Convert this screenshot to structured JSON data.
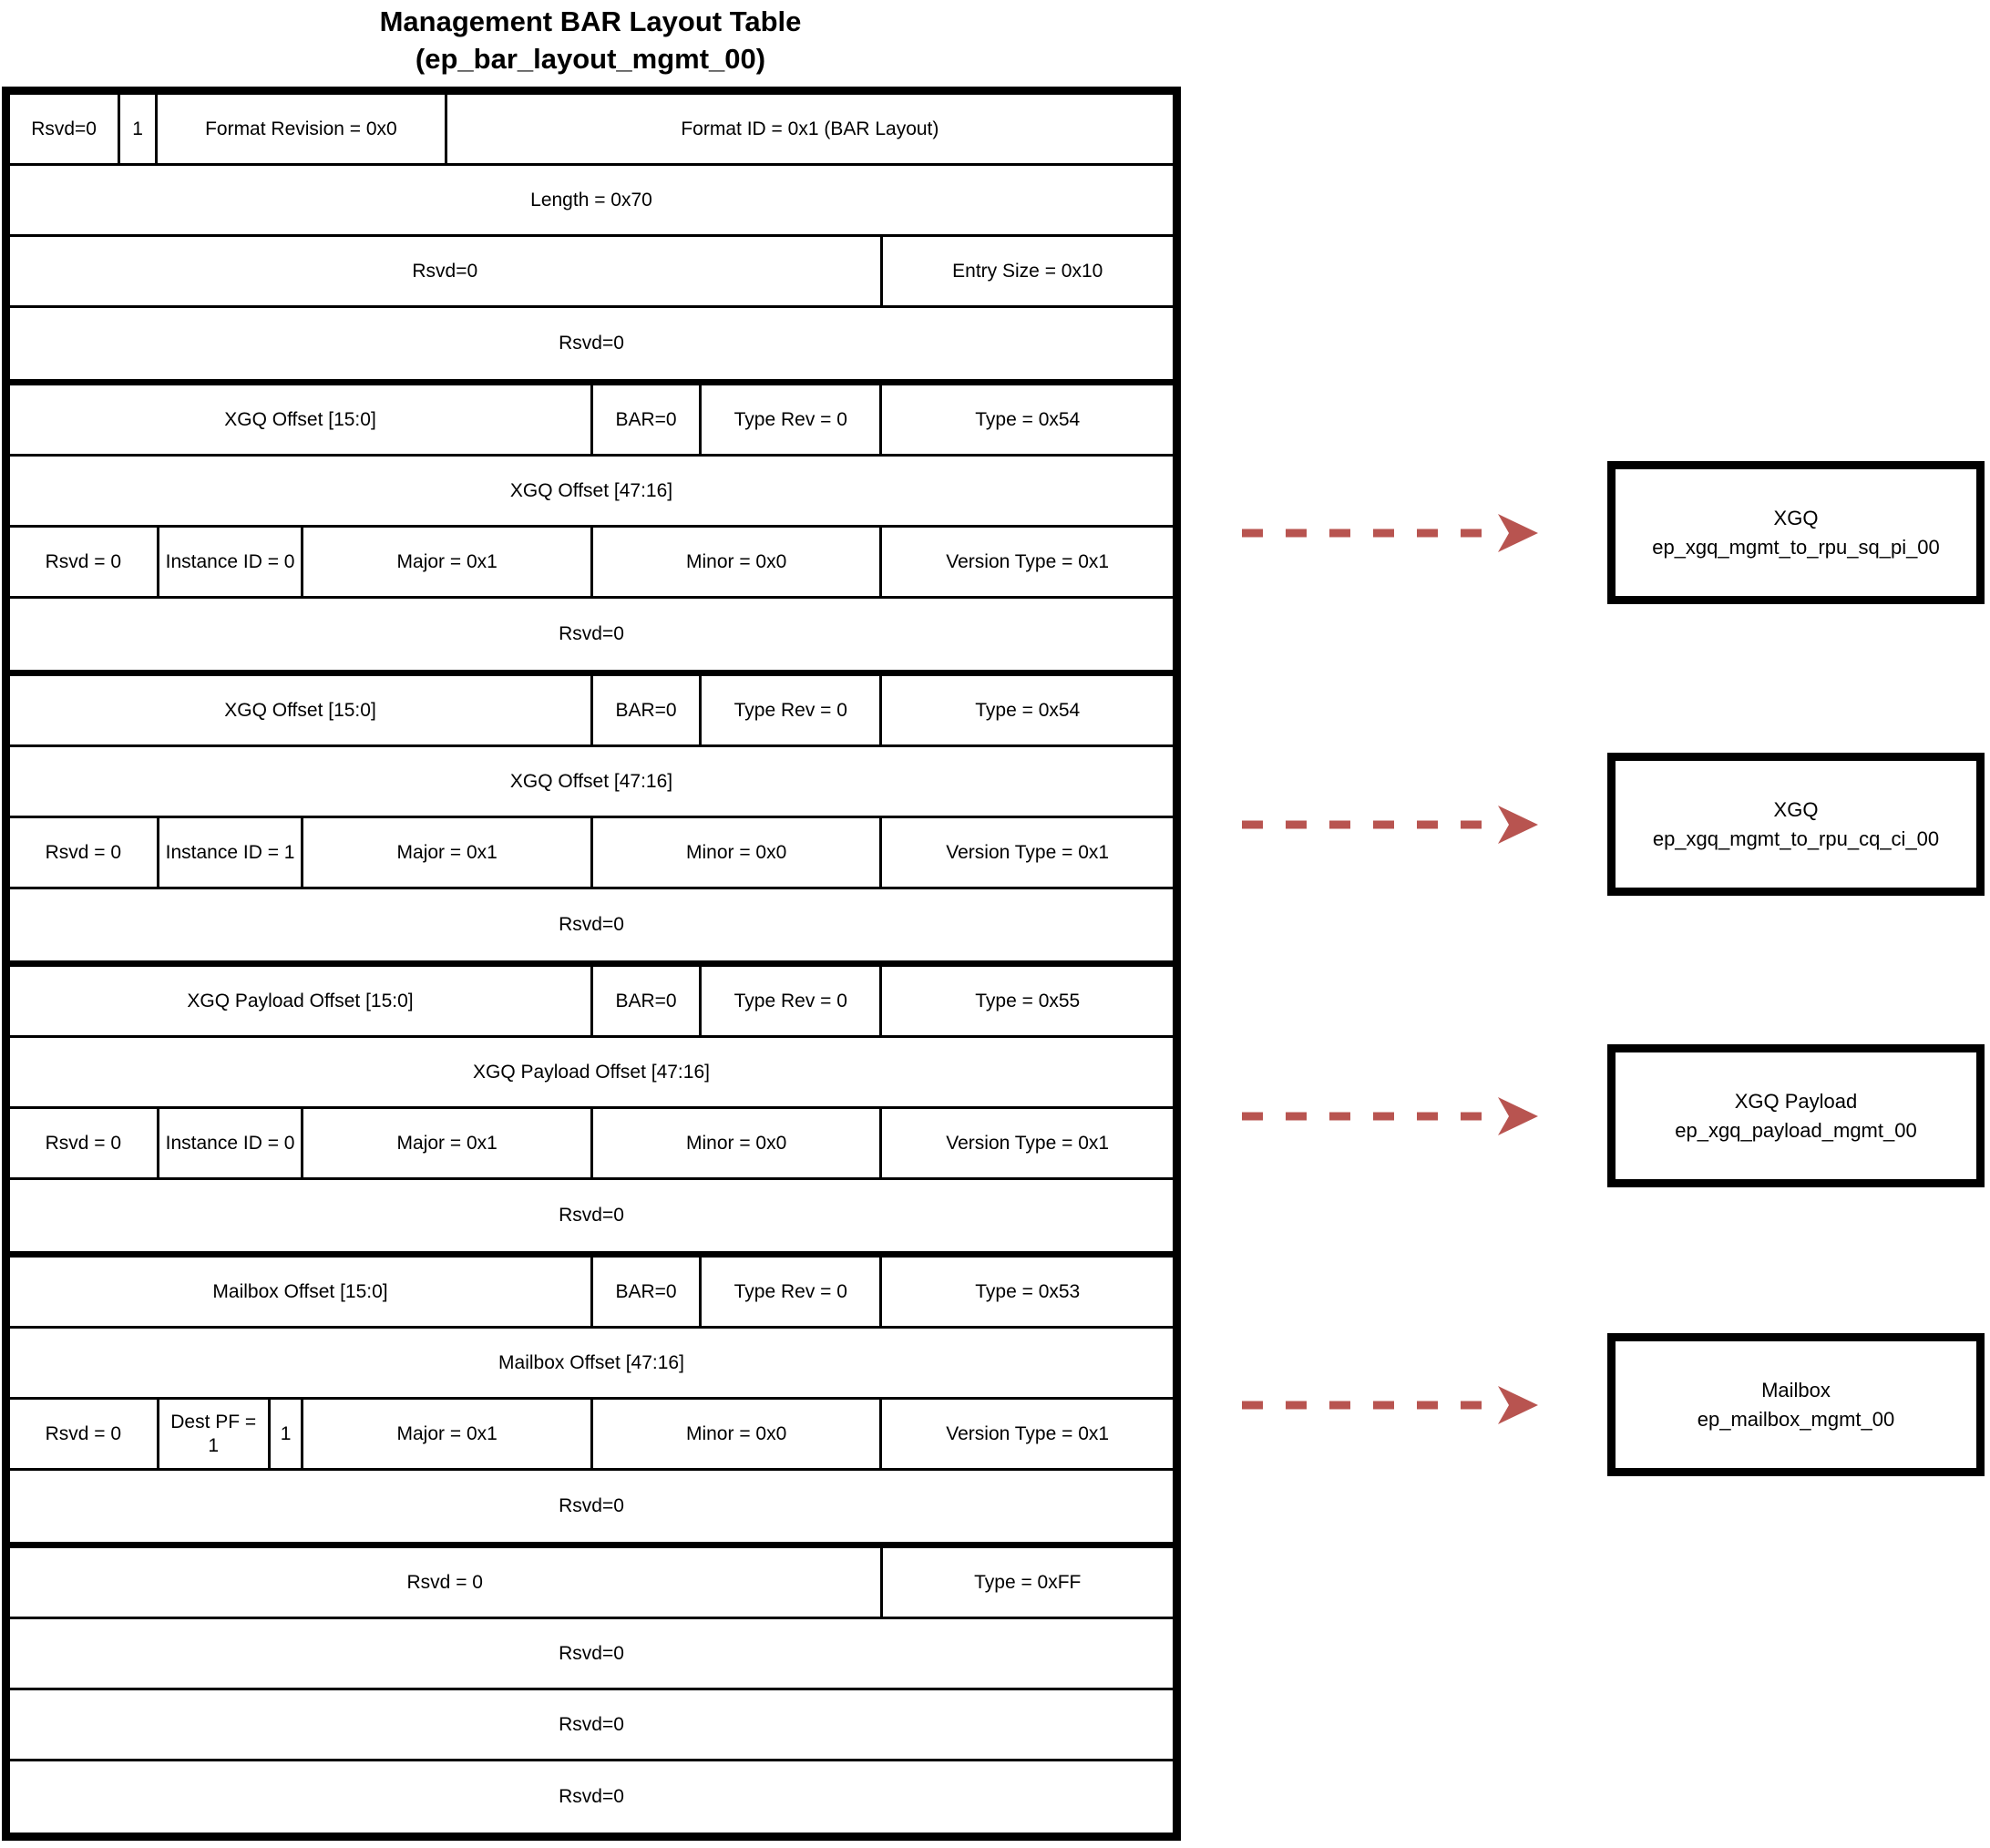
{
  "title": {
    "line1": "Management BAR Layout Table",
    "line2": "(ep_bar_layout_mgmt_00)"
  },
  "colors": {
    "arrow": "#b85450",
    "border": "#000000"
  },
  "table": {
    "sections": [
      {
        "name": "header",
        "rows": [
          {
            "cells": [
              "Rsvd=0",
              "1",
              "Format Revision = 0x0",
              "Format ID = 0x1 (BAR Layout)"
            ]
          },
          {
            "cells": [
              "Length = 0x70"
            ]
          },
          {
            "cells": [
              "Rsvd=0",
              "Entry Size = 0x10"
            ]
          },
          {
            "cells": [
              "Rsvd=0"
            ]
          }
        ]
      },
      {
        "name": "xgq-sq-entry",
        "rows": [
          {
            "cells": [
              "XGQ Offset [15:0]",
              "BAR=0",
              "Type Rev = 0",
              "Type = 0x54"
            ]
          },
          {
            "cells": [
              "XGQ Offset [47:16]"
            ]
          },
          {
            "cells": [
              "Rsvd = 0",
              "Instance ID = 0",
              "Major = 0x1",
              "Minor = 0x0",
              "Version Type = 0x1"
            ]
          },
          {
            "cells": [
              "Rsvd=0"
            ]
          }
        ]
      },
      {
        "name": "xgq-cq-entry",
        "rows": [
          {
            "cells": [
              "XGQ Offset [15:0]",
              "BAR=0",
              "Type Rev = 0",
              "Type = 0x54"
            ]
          },
          {
            "cells": [
              "XGQ Offset [47:16]"
            ]
          },
          {
            "cells": [
              "Rsvd = 0",
              "Instance ID = 1",
              "Major = 0x1",
              "Minor = 0x0",
              "Version Type = 0x1"
            ]
          },
          {
            "cells": [
              "Rsvd=0"
            ]
          }
        ]
      },
      {
        "name": "xgq-payload-entry",
        "rows": [
          {
            "cells": [
              "XGQ Payload Offset [15:0]",
              "BAR=0",
              "Type Rev = 0",
              "Type = 0x55"
            ]
          },
          {
            "cells": [
              "XGQ Payload Offset [47:16]"
            ]
          },
          {
            "cells": [
              "Rsvd = 0",
              "Instance ID = 0",
              "Major = 0x1",
              "Minor = 0x0",
              "Version Type = 0x1"
            ]
          },
          {
            "cells": [
              "Rsvd=0"
            ]
          }
        ]
      },
      {
        "name": "mailbox-entry",
        "rows": [
          {
            "cells": [
              "Mailbox Offset [15:0]",
              "BAR=0",
              "Type Rev = 0",
              "Type = 0x53"
            ]
          },
          {
            "cells": [
              "Mailbox Offset [47:16]"
            ]
          },
          {
            "cells": [
              "Rsvd = 0",
              "Dest PF = 1",
              "1",
              "Major = 0x1",
              "Minor = 0x0",
              "Version Type = 0x1"
            ]
          },
          {
            "cells": [
              "Rsvd=0"
            ]
          }
        ]
      },
      {
        "name": "terminator-entry",
        "rows": [
          {
            "cells": [
              "Rsvd = 0",
              "Type = 0xFF"
            ]
          },
          {
            "cells": [
              "Rsvd=0"
            ]
          },
          {
            "cells": [
              "Rsvd=0"
            ]
          },
          {
            "cells": [
              "Rsvd=0"
            ]
          }
        ]
      }
    ]
  },
  "boxes": [
    {
      "line1": "XGQ",
      "line2": "ep_xgq_mgmt_to_rpu_sq_pi_00"
    },
    {
      "line1": "XGQ",
      "line2": "ep_xgq_mgmt_to_rpu_cq_ci_00"
    },
    {
      "line1": "XGQ Payload",
      "line2": "ep_xgq_payload_mgmt_00"
    },
    {
      "line1": "Mailbox",
      "line2": "ep_mailbox_mgmt_00"
    }
  ]
}
